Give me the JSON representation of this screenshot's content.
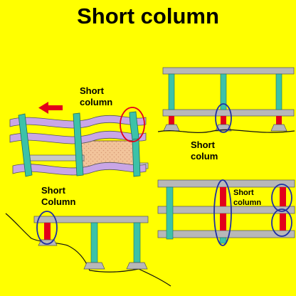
{
  "title": "Short column",
  "labels": {
    "bracing_wall": "Short\ncolumn",
    "mezzanine_frame": "Short\ncolum",
    "hillside_frame": "Short\nColumn",
    "infill_frame": "Short\ncolumn"
  },
  "colors": {
    "background": "#ffff00",
    "column": "#3cc2a8",
    "beam": "#b8b8b8",
    "short_column": "#e2001a",
    "deformed_beam": "#c9a6e6",
    "infill_wall": "#f2c49b",
    "highlight_red": "#e2001a",
    "highlight_blue": "#1f2fa3",
    "arrow": "#e2001a"
  }
}
